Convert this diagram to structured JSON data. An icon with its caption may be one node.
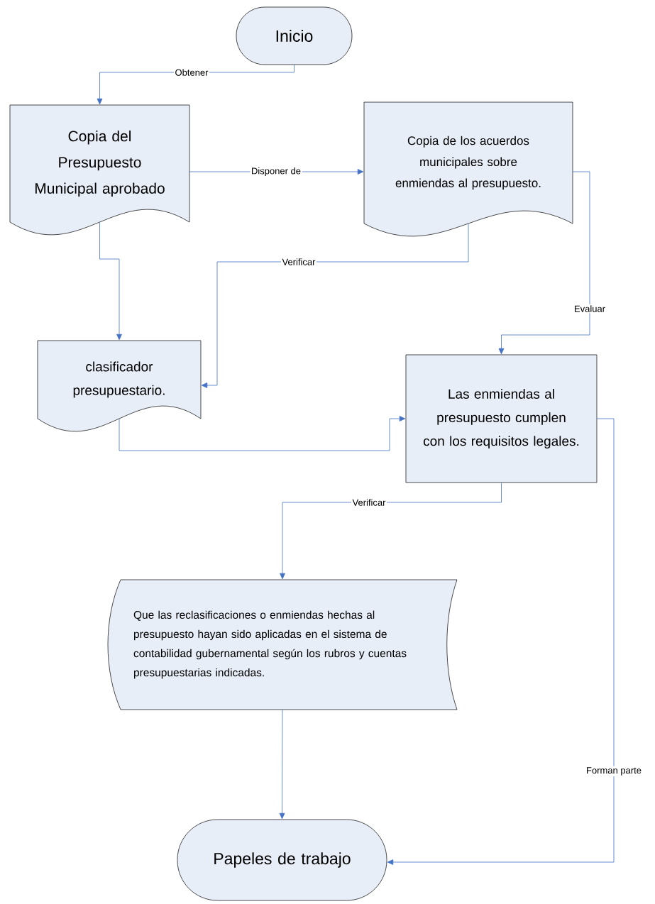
{
  "diagram": {
    "nodes": [
      {
        "text": [
          "Inicio"
        ]
      },
      {
        "text": [
          "Copia del Presupuesto Municipal aprobado"
        ]
      },
      {
        "text": [
          "Copia de los acuerdos municipales sobre enmiendas al presupuesto."
        ]
      },
      {
        "text": [
          "clasificador presupuestario."
        ]
      },
      {
        "text": [
          "Las enmiendas al presupuesto cumplen con los requisitos legales."
        ]
      },
      {
        "text": [
          "Que las reclasificaciones o enmiendas hechas al presupuesto hayan sido aplicadas en el sistema de contabilidad gubernamental según los rubros y cuentas presupuestarias indicadas."
        ]
      },
      {
        "text": [
          "Papeles de trabajo"
        ]
      }
    ],
    "edges": [
      {
        "from": 0,
        "to": 1,
        "arrow": "to",
        "label": "Obtener"
      },
      {
        "from": 1,
        "to": 2,
        "arrow": "to",
        "label": "Disponer de"
      },
      {
        "from": 1,
        "to": 3,
        "arrow": "to"
      },
      {
        "from": 2,
        "to": 3,
        "arrow": "to",
        "label": "Verificar"
      },
      {
        "from": 2,
        "to": 4,
        "arrow": "to",
        "label": "Evaluar"
      },
      {
        "from": 3,
        "to": 4,
        "arrow": "to"
      },
      {
        "from": 4,
        "to": 5,
        "arrow": "to",
        "label": "Verificar"
      },
      {
        "from": 5,
        "to": 6,
        "arrow": "to"
      },
      {
        "from": 4,
        "to": 6,
        "arrow": "to",
        "label": "Forman parte"
      }
    ]
  }
}
